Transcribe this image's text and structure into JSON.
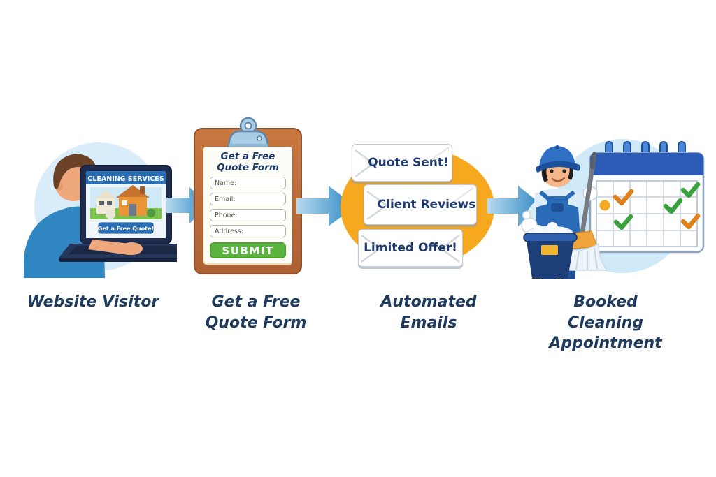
{
  "diagram": {
    "title_implied": "Cleaning service lead funnel",
    "steps": [
      {
        "caption": "Website Visitor"
      },
      {
        "caption": "Get a Free Quote Form"
      },
      {
        "caption": "Automated Emails"
      },
      {
        "caption": "Booked Cleaning Appointment"
      }
    ]
  },
  "website": {
    "banner": "CLEANING SERVICES",
    "cta": "Get a Free Quote!"
  },
  "quote_form": {
    "title": "Get a Free Quote Form",
    "fields": [
      {
        "label": "Name:"
      },
      {
        "label": "Email:"
      },
      {
        "label": "Phone:"
      },
      {
        "label": "Address:"
      }
    ],
    "submit_label": "SUBMIT"
  },
  "emails": {
    "items": [
      {
        "label": "Quote Sent!"
      },
      {
        "label": "Client Reviews"
      },
      {
        "label": "Limited Offer!"
      }
    ]
  },
  "calendar": {
    "marks": [
      "green-check r1c6",
      "orange-check r1-2c2",
      "orange-dot r2c1",
      "green-check r2c5",
      "green-check r3c2",
      "orange-check r3c6"
    ]
  },
  "colors": {
    "arrow_blue": "#2e86c1",
    "arrow_blue_light": "#b3d9ef",
    "accent_orange": "#f6a81f",
    "submit_green": "#5cb23e",
    "caption_navy": "#1d3a5f",
    "envelope_text_navy": "#1e3a6e",
    "clipboard_brown": "#b4683a",
    "calendar_header_blue": "#2b5cb8",
    "panel_circle_blue": "#d5eaf8"
  }
}
